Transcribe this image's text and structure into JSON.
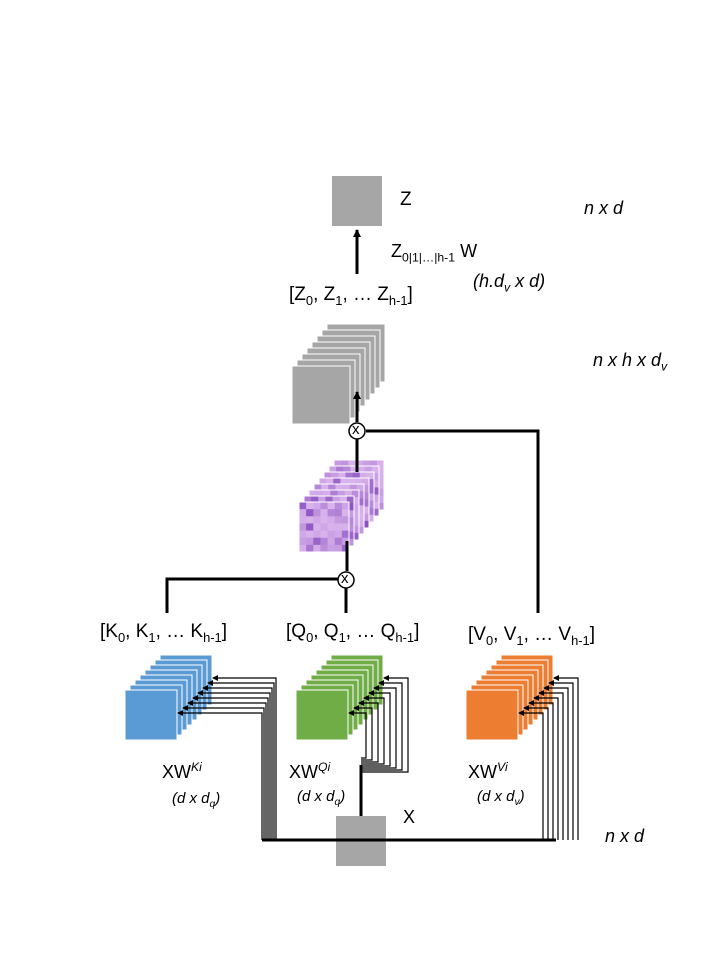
{
  "labels": {
    "z": "Z",
    "z_dims": "n x d",
    "concat_base": "Z",
    "concat_sub": "0|1|…|h-1",
    "concat_w": "W",
    "w_dims": "(h.d",
    "w_dims_sub": "v",
    "w_dims_tail": " x d)",
    "z_list": {
      "open": "[Z",
      "s0": "0",
      "sep1": ", Z",
      "s1": "1",
      "sep2": ", … Z",
      "s2": "h-1",
      "close": "]"
    },
    "stack_dims": "n x h x d",
    "stack_dims_sub": "v",
    "k_list": {
      "open": "[K",
      "s0": "0",
      "sep1": ", K",
      "s1": "1",
      "sep2": ", … K",
      "s2": "h-1",
      "close": "]"
    },
    "q_list": {
      "open": "[Q",
      "s0": "0",
      "sep1": ", Q",
      "s1": "1",
      "sep2": ", … Q",
      "s2": "h-1",
      "close": "]"
    },
    "v_list": {
      "open": "[V",
      "s0": "0",
      "sep1": ", V",
      "s1": "1",
      "sep2": ", … V",
      "s2": "h-1",
      "close": "]"
    },
    "xwk": "XW",
    "xwk_sup": "Ki",
    "xwq": "XW",
    "xwq_sup": "Qi",
    "xwv": "XW",
    "xwv_sup": "Vi",
    "dk": "(d x d",
    "dk_sub": "q",
    "dk_tail": ")",
    "dq": "(d x d",
    "dq_sub": "q",
    "dq_tail": ")",
    "dv": "(d x d",
    "dv_sub": "v",
    "dv_tail": ")",
    "x": "X",
    "x_dims": "n x d",
    "op_multiply": "x"
  },
  "colors": {
    "gray": "#a6a6a6",
    "blue": "#5b9bd5",
    "green": "#70ad47",
    "orange": "#ed7d31",
    "purple_light": "#d9b3ec",
    "purple_dark": "#8a4fc0"
  }
}
